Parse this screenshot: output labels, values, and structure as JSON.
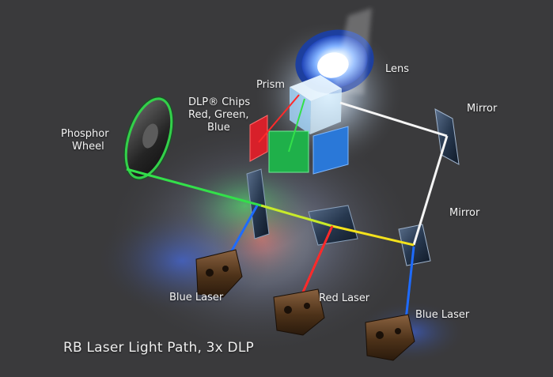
{
  "labels": {
    "lens": "Lens",
    "prism": "Prism",
    "dlp_chips": [
      "DLP® Chips",
      "Red, Green,",
      "Blue"
    ],
    "mirror_top": "Mirror",
    "phosphor_wheel": [
      "Phosphor",
      "Wheel"
    ],
    "mirror_bottom": "Mirror",
    "blue_laser_left": "Blue Laser",
    "red_laser": "Red Laser",
    "blue_laser_right": "Blue Laser"
  },
  "caption": "RB Laser Light Path, 3x DLP",
  "colors": {
    "background": "#3a3a3c",
    "blue_beam": "#1e6bff",
    "red_beam": "#ff2a2a",
    "green_beam": "#33e04a",
    "yellow_beam": "#f4e21c",
    "white_beam": "#f5f5f5",
    "chip_red": "#d8202a",
    "chip_green": "#1fb04a",
    "chip_blue": "#2a78d8",
    "lens_blue": "#2f63d9",
    "laser_body": "#5a3b22"
  }
}
